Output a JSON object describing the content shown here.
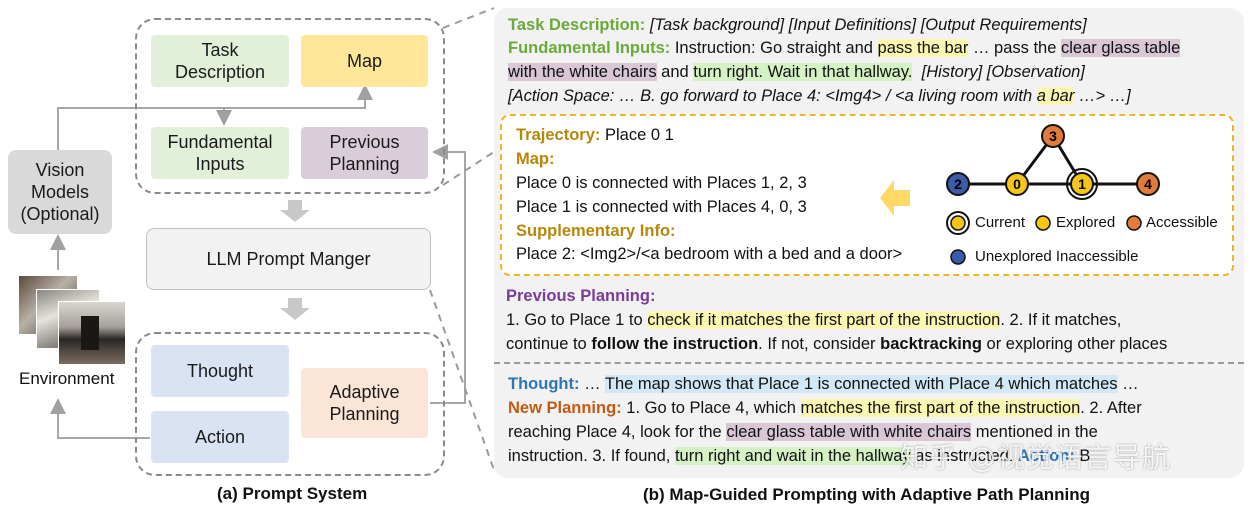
{
  "left": {
    "boxes": {
      "task": "Task Description",
      "map": "Map",
      "fundamental": "Fundamental Inputs",
      "previous": "Previous Planning",
      "llm": "LLM Prompt Manger",
      "thought": "Thought",
      "action": "Action",
      "adaptive": "Adaptive Planning",
      "vision": "Vision Models (Optional)"
    },
    "environment": "Environment",
    "caption": "(a) Prompt System"
  },
  "right": {
    "caption": "(b) Map-Guided Prompting with Adaptive Path Planning",
    "task_label": "Task Description:",
    "task_text": "[Task background] [Input Definitions] [Output Requirements]",
    "fund_label": "Fundamental Inputs:",
    "fund_1": "Instruction: Go straight and",
    "fund_hl1": "pass the bar",
    "fund_2": "… pass the",
    "fund_hl2": "clear glass table",
    "fund_hl3": "with the white chairs",
    "fund_3": "and",
    "fund_hl4": "turn right. Wait in that hallway.",
    "fund_4": "[History] [Observation]",
    "action_space_1": "[Action Space: … B. go forward to Place 4:  <Img4> / <a living room with",
    "action_space_hl": "a bar",
    "action_space_2": "…> …]",
    "traj_label": "Trajectory:",
    "traj_text": "Place 0 1",
    "map_label": "Map:",
    "map_line1": "Place 0 is connected with Places 1, 2, 3",
    "map_line2": "Place 1 is connected with Places 4, 0, 3",
    "supp_label": "Supplementary Info:",
    "supp_text": "Place 2: <Img2>/<a bedroom with a bed and a door>",
    "graph_nodes": [
      "3",
      "2",
      "0",
      "1",
      "4"
    ],
    "legend": {
      "current": "Current",
      "explored": "Explored",
      "accessible": "Accessible",
      "unexplored": "Unexplored Inaccessible"
    },
    "prev_label": "Previous Planning:",
    "prev_1": "1. Go to Place 1 to",
    "prev_hl": "check if it matches the first part of the instruction",
    "prev_2": ".  2. If it matches,",
    "prev_3": "continue to",
    "prev_b1": "follow the instruction",
    "prev_4": ". If not, consider",
    "prev_b2": "backtracking",
    "prev_5": "or exploring other places",
    "thought_label": "Thought:",
    "thought_1": "…",
    "thought_hl": "The map shows that Place 1 is connected with Place 4 which matches",
    "thought_2": "…",
    "newplan_label": "New Planning:",
    "np_1": "1. Go to Place 4, which",
    "np_hl1": "matches the first part of the instruction",
    "np_2": ". 2. After",
    "np_3": "reaching Place 4, look for the",
    "np_hl2": "clear glass table with white chairs",
    "np_4": "mentioned in the",
    "np_5": "instruction. 3. If found,",
    "np_hl3": "turn right and wait in the hallway",
    "np_6": "as instructed.",
    "action_label": "Action:",
    "action_val": "B"
  },
  "watermark": "知乎 @视觉语言导航",
  "colors": {
    "green_box": "#e2f0d9",
    "yellow_box": "#ffe699",
    "purple_box": "#d9cdd9",
    "blue_box": "#dae3f3",
    "orange_box": "#fbe5d6",
    "node_current": "#f5c518",
    "node_explored": "#f5c518",
    "node_accessible": "#e07b39",
    "node_unexplored": "#3a5ba8"
  }
}
